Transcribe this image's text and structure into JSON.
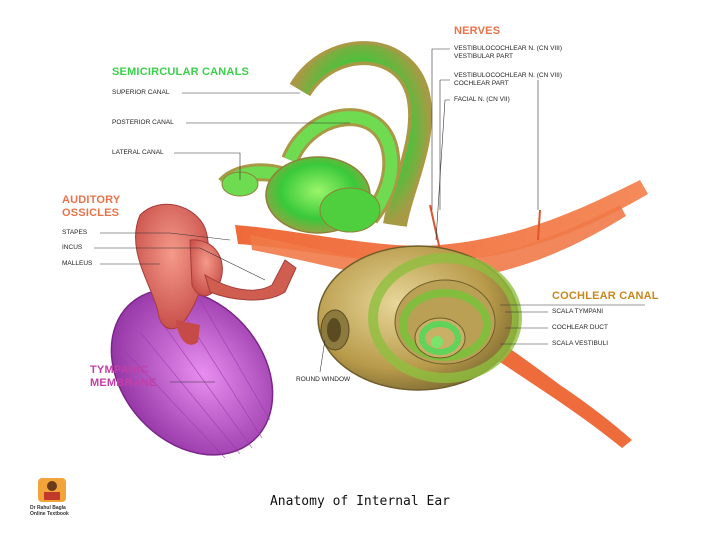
{
  "title": "Anatomy of Internal Ear",
  "sections": {
    "semicircular": {
      "heading": "SEMICIRCULAR CANALS",
      "color": "#3ad14a",
      "labels": [
        "SUPERIOR CANAL",
        "POSTERIOR CANAL",
        "LATERAL CANAL"
      ]
    },
    "ossicles": {
      "heading_line1": "AUDITORY",
      "heading_line2": "OSSICLES",
      "color": "#e8734a",
      "labels": [
        "STAPES",
        "INCUS",
        "MALLEUS"
      ]
    },
    "tympanic": {
      "heading_line1": "TYMPANIC",
      "heading_line2": "MEMBRANE",
      "color": "#c23fa8"
    },
    "nerves": {
      "heading": "NERVES",
      "color": "#e8734a",
      "labels": [
        {
          "line1": "VESTIBULOCOCHLEAR N. (CN VIII)",
          "line2": "VESTIBULAR PART"
        },
        {
          "line1": "VESTIBULOCOCHLEAR N. (CN VIII)",
          "line2": "COCHLEAR PART"
        },
        {
          "line1": "FACIAL N. (CN VII)",
          "line2": ""
        }
      ]
    },
    "cochlear": {
      "heading": "COCHLEAR CANAL",
      "color": "#c9871f",
      "labels": [
        "SCALA TYMPANI",
        "COCHLEAR DUCT",
        "SCALA VESTIBULI"
      ]
    },
    "round_window": "ROUND WINDOW"
  },
  "logo": {
    "line1": "Dr Rahul Bagla",
    "line2": "Online Textbook"
  }
}
